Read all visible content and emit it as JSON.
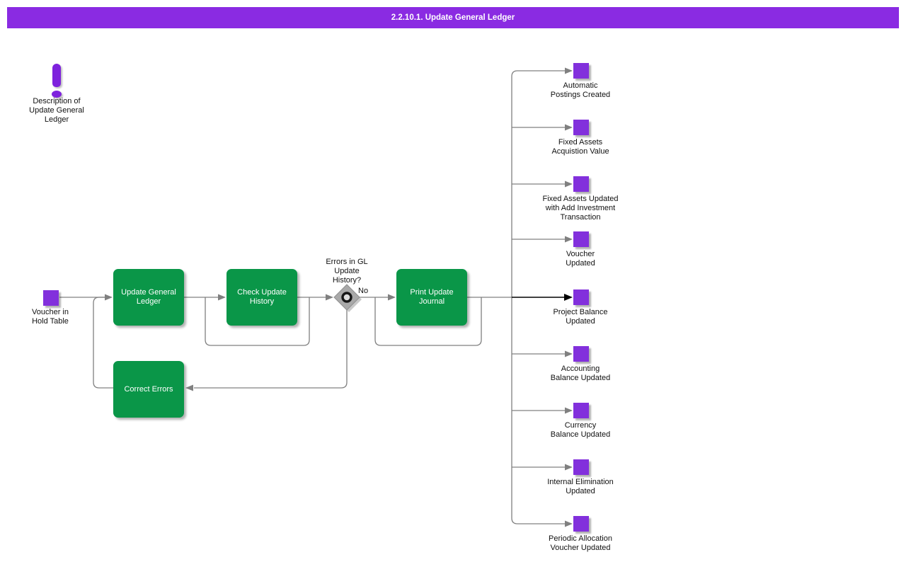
{
  "title": "2.2.10.1. Update General Ledger",
  "colors": {
    "banner": "#8a2be2",
    "entity_square": "#8230dc",
    "process_box": "#0a9648",
    "connector": "#808080",
    "main_flow_arrow": "#000000"
  },
  "note": {
    "label": "Description of\nUpdate General\nLedger"
  },
  "start": {
    "label": "Voucher in\nHold Table"
  },
  "processes": [
    {
      "label": "Update General\nLedger"
    },
    {
      "label": "Check Update\nHistory"
    },
    {
      "label": "Print Update\nJournal"
    },
    {
      "label": "Correct Errors"
    }
  ],
  "decision": {
    "question": "Errors in GL\nUpdate\nHistory?",
    "branch_label": "No"
  },
  "outputs": [
    {
      "label": "Automatic\nPostings Created"
    },
    {
      "label": "Fixed Assets\nAcquistion Value"
    },
    {
      "label": "Fixed Assets Updated\nwith Add Investment\nTransaction"
    },
    {
      "label": "Voucher\nUpdated"
    },
    {
      "label": "Project Balance\nUpdated"
    },
    {
      "label": "Accounting\nBalance Updated"
    },
    {
      "label": "Currency\nBalance Updated"
    },
    {
      "label": "Internal Elimination\nUpdated"
    },
    {
      "label": "Periodic Allocation\nVoucher Updated"
    }
  ]
}
